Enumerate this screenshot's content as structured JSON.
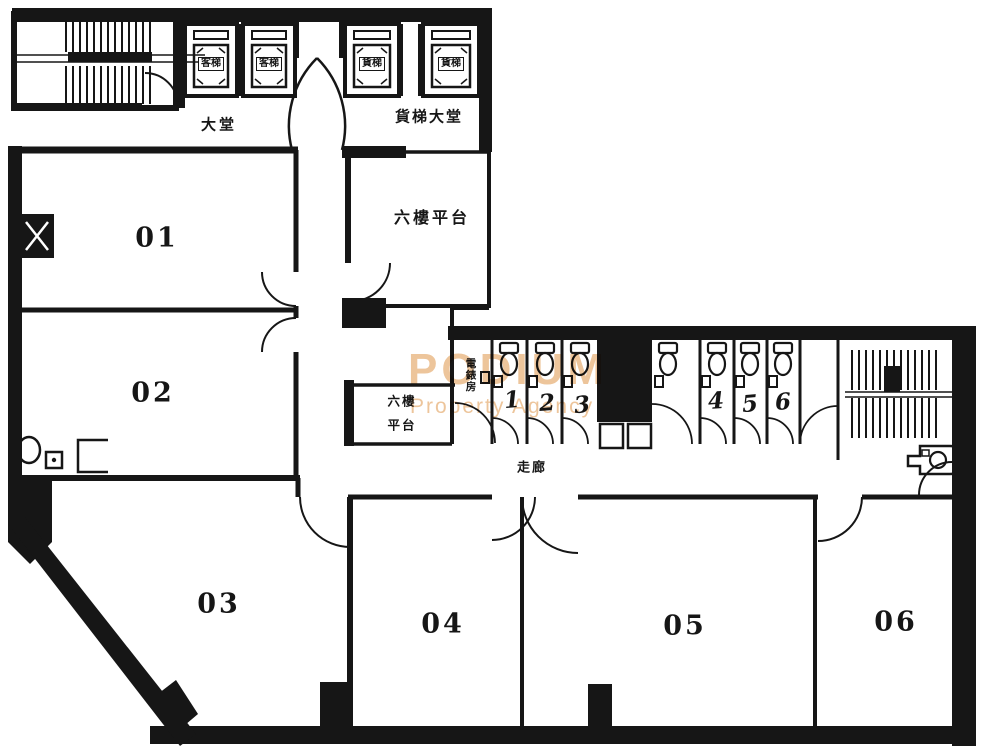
{
  "watermark": {
    "line1": "PODIUM",
    "line2": "Property Agency"
  },
  "lift_core": {
    "passenger_lift": "客梯",
    "cargo_lift": "貨梯",
    "lobby": "大堂",
    "cargo_lobby": "貨梯大堂"
  },
  "labels": {
    "platform_large": "六樓平台",
    "platform_small_top": "六樓",
    "platform_small_bottom": "平台",
    "utility_room": "電錶房",
    "corridor": "走廊"
  },
  "rooms": [
    {
      "number": "01"
    },
    {
      "number": "02"
    },
    {
      "number": "03"
    },
    {
      "number": "04"
    },
    {
      "number": "05"
    },
    {
      "number": "06"
    }
  ],
  "stalls": {
    "numbers": [
      "1",
      "2",
      "3",
      "4",
      "5",
      "6"
    ]
  },
  "colors": {
    "ink": "#161616",
    "watermark": "#de9549",
    "paper": "#ffffff"
  }
}
